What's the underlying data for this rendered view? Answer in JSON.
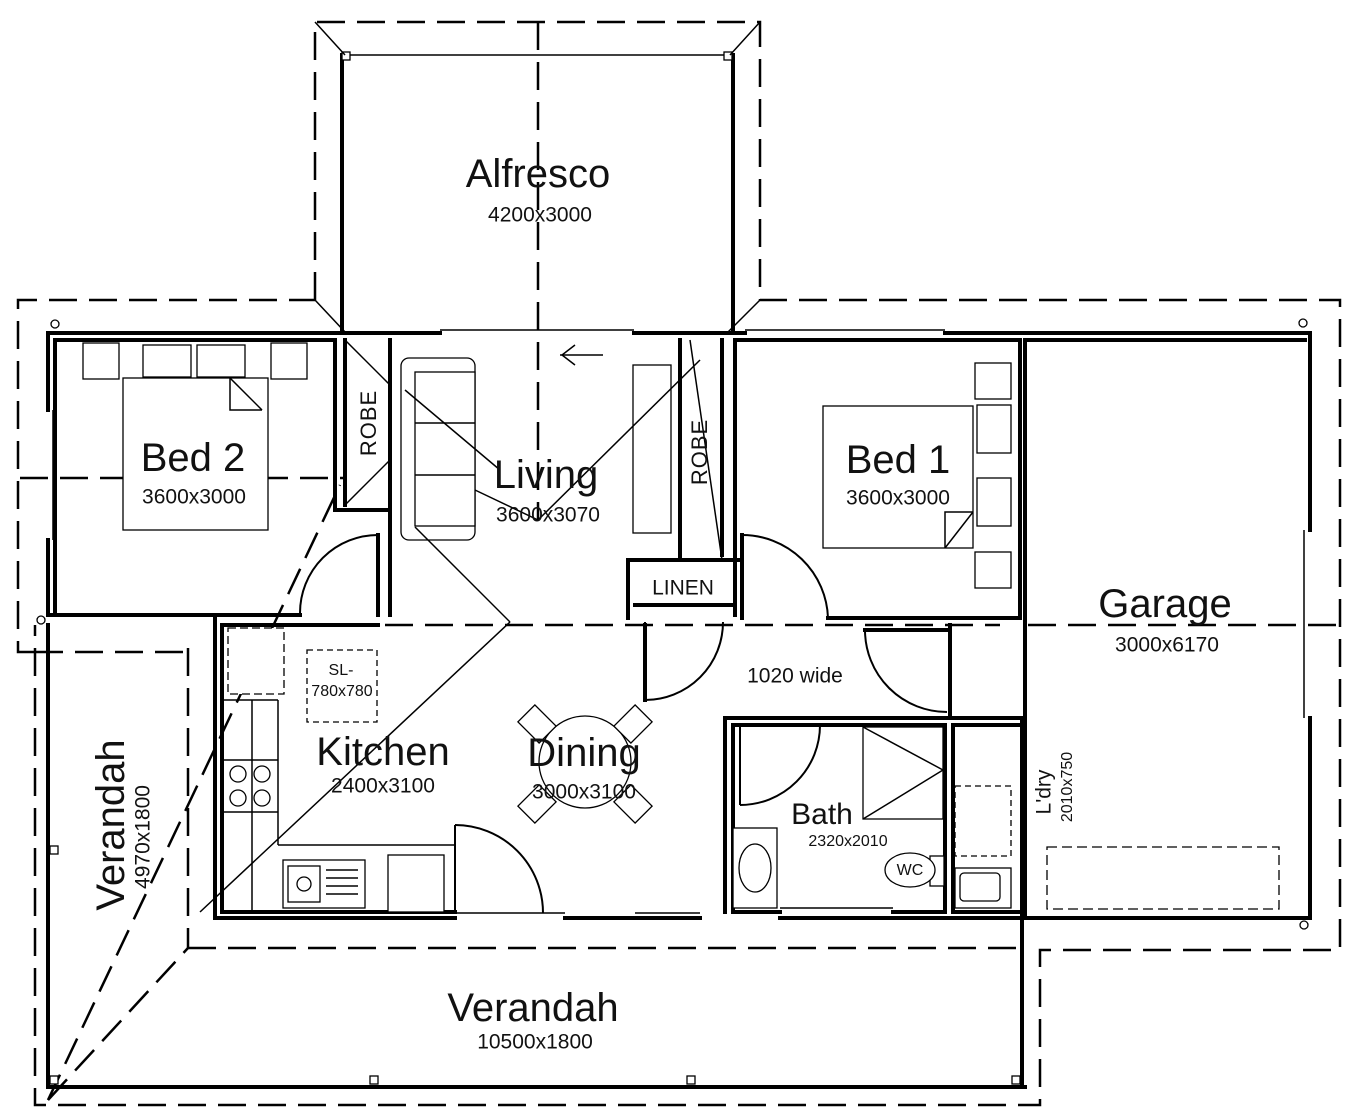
{
  "rooms": {
    "alfresco": {
      "name": "Alfresco",
      "size": "4200x3000"
    },
    "bed2": {
      "name": "Bed 2",
      "size": "3600x3000"
    },
    "living": {
      "name": "Living",
      "size": "3600x3070"
    },
    "bed1": {
      "name": "Bed 1",
      "size": "3600x3000"
    },
    "garage": {
      "name": "Garage",
      "size": "3000x6170"
    },
    "kitchen": {
      "name": "Kitchen",
      "size": "2400x3100"
    },
    "dining": {
      "name": "Dining",
      "size": "3000x3100"
    },
    "bath": {
      "name": "Bath",
      "size": "2320x2010"
    },
    "laundry": {
      "name": "L'dry",
      "size": "2010x750"
    },
    "verandah_side": {
      "name": "Verandah",
      "size": "4970x1800"
    },
    "verandah_front": {
      "name": "Verandah",
      "size": "10500x1800"
    }
  },
  "labels": {
    "robe_left": "ROBE",
    "robe_right": "ROBE",
    "linen": "LINEN",
    "hall_width": "1020 wide",
    "wc": "WC",
    "fridge_line1": "SL-",
    "fridge_line2": "780x780"
  }
}
